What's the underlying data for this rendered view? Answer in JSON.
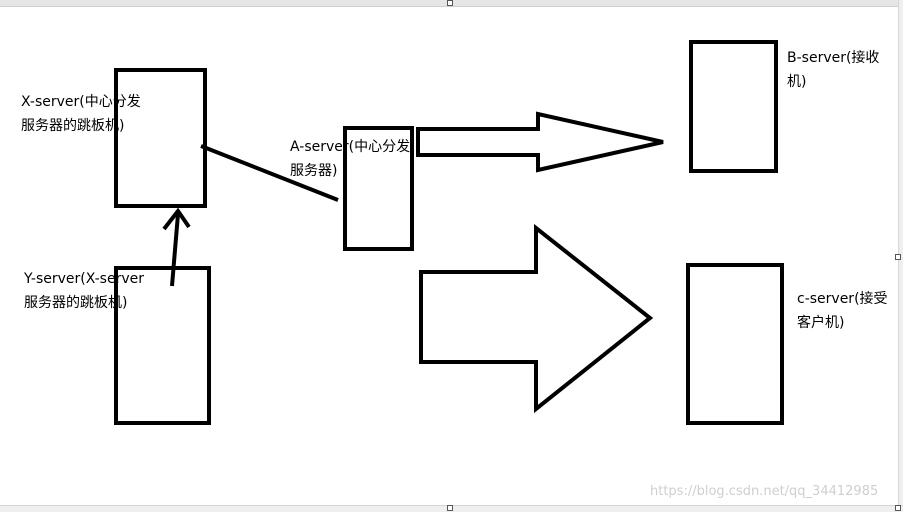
{
  "labels": {
    "x_server": "X-server(中心分发\n服务器的跳板机)",
    "y_server": "Y-server(X-server\n服务器的跳板机)",
    "a_server": "A-server(中心分发\n服务器)",
    "b_server": "B-server(接收\n机)",
    "c_server": "c-server(接受\n客户机)"
  },
  "watermark": "https://blog.csdn.net/qq_34412985",
  "colors": {
    "stroke": "#000000",
    "background": "#ffffff",
    "watermark": "#cfcfcf"
  }
}
